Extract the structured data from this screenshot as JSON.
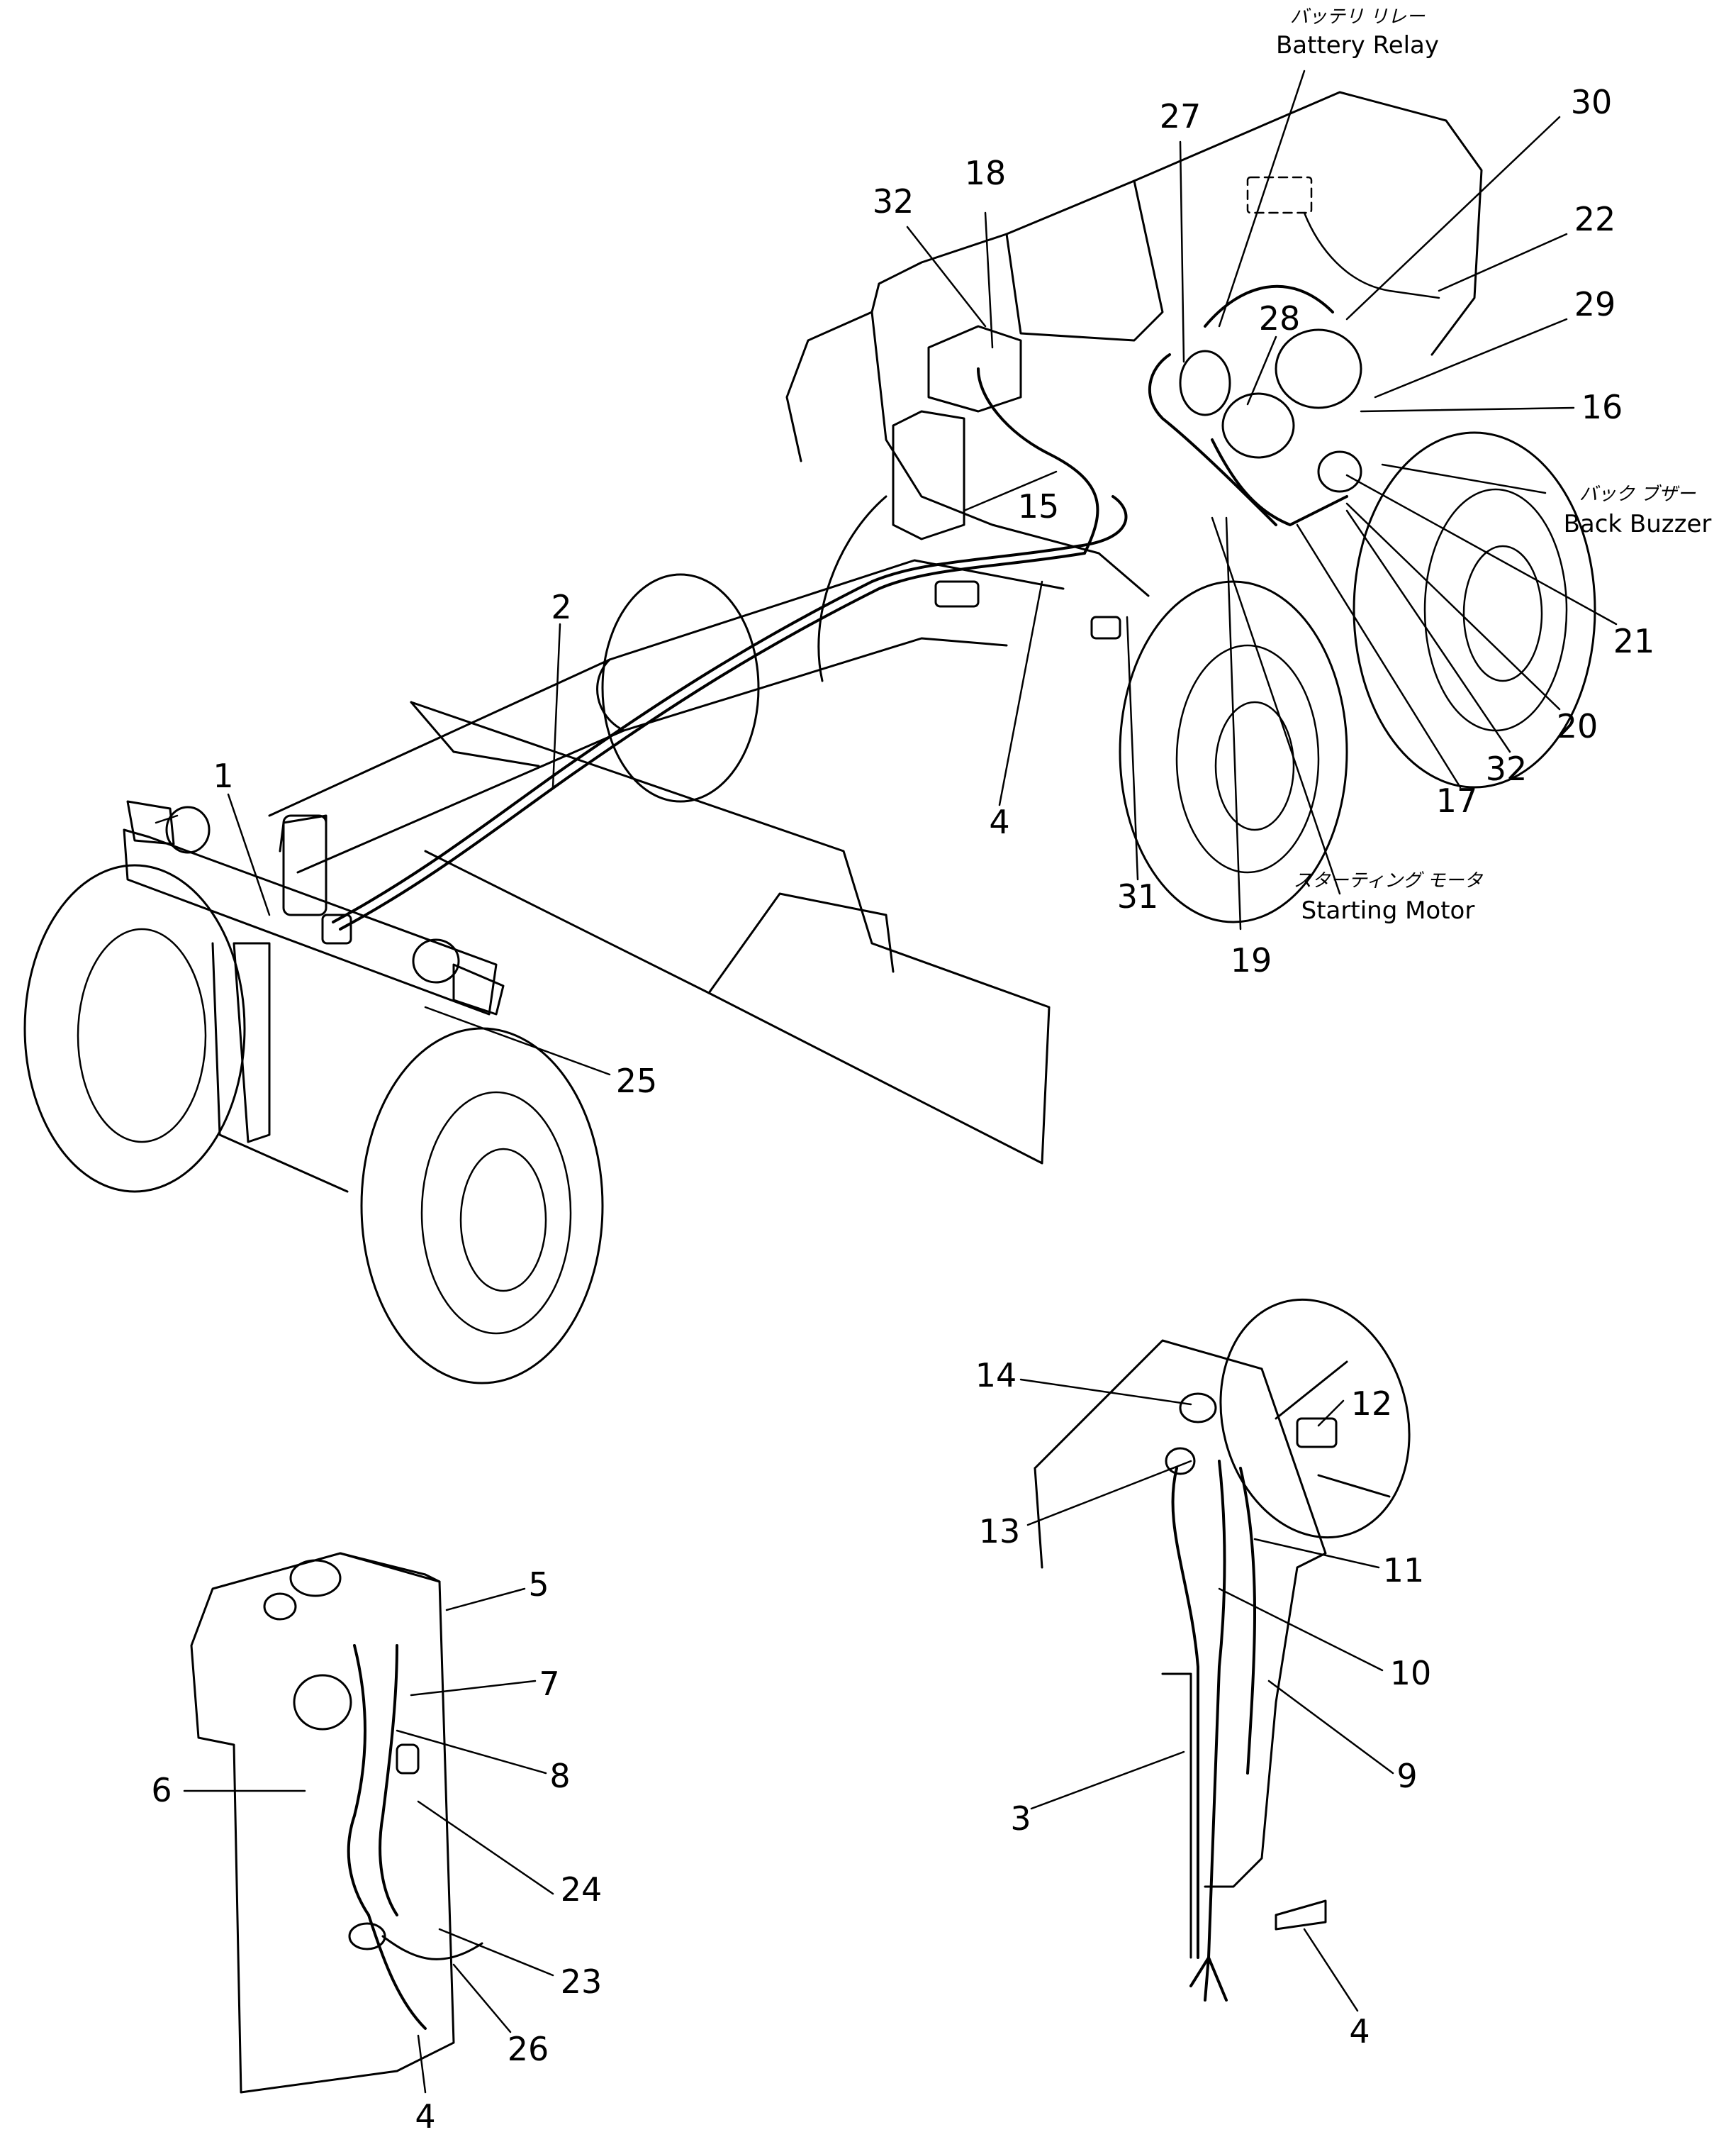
{
  "callouts": [
    "1",
    "2",
    "3",
    "4",
    "5",
    "6",
    "7",
    "8",
    "9",
    "10",
    "11",
    "12",
    "13",
    "14",
    "15",
    "16",
    "17",
    "18",
    "19",
    "20",
    "21",
    "22",
    "23",
    "24",
    "25",
    "26",
    "27",
    "28",
    "29",
    "30",
    "31",
    "32"
  ],
  "labels": {
    "battery_relay_jp": "バッテリ リレー",
    "battery_relay_en": "Battery Relay",
    "back_buzzer_jp": "バック ブザー",
    "back_buzzer_en": "Back Buzzer",
    "starting_motor_jp": "スターティング モータ",
    "starting_motor_en": "Starting Motor"
  }
}
